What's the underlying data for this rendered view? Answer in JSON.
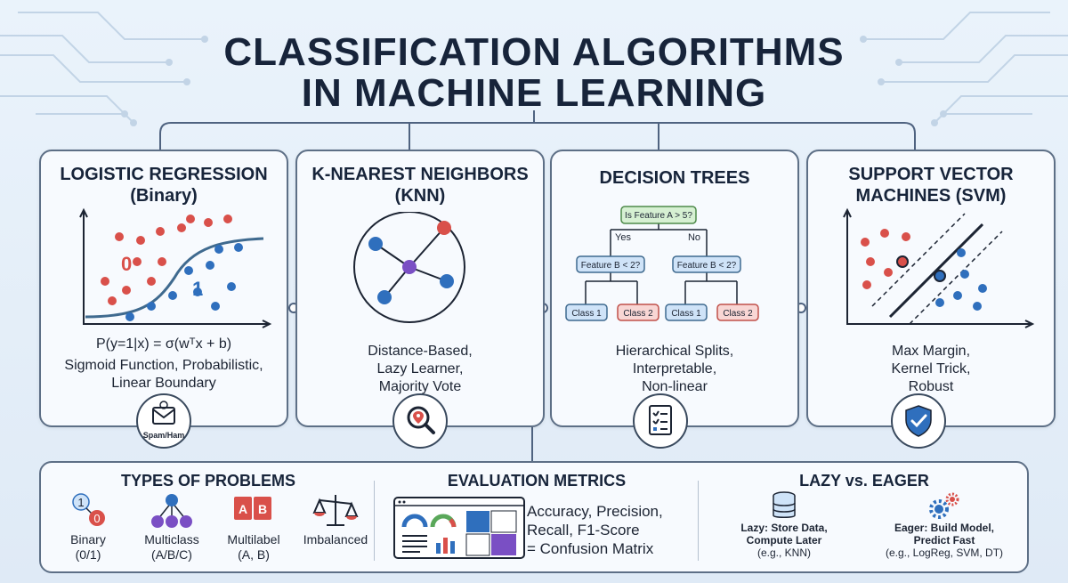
{
  "title": {
    "line1": "CLASSIFICATION ALGORITHMS",
    "line2": "IN MACHINE LEARNING"
  },
  "cards": [
    {
      "title_line1": "LOGISTIC REGRESSION",
      "title_line2": "(Binary)",
      "plot_label_0": "0",
      "plot_label_1": "1",
      "formula": "P(y=1|x) = σ(wᵀx + b)",
      "desc_line1": "Sigmoid Function, Probabilistic,",
      "desc_line2": "Linear Boundary",
      "icon": "email-icon",
      "icon_label": "Spam/Ham"
    },
    {
      "title_line1": "K-NEAREST NEIGHBORS",
      "title_line2": "(KNN)",
      "desc_line1": "Distance-Based,",
      "desc_line2": "Lazy Learner,",
      "desc_line3": "Majority Vote",
      "icon": "location-search-icon"
    },
    {
      "title_line1": "DECISION TREES",
      "tree": {
        "root": "Is Feature A > 5?",
        "yes": "Yes",
        "no": "No",
        "left": "Feature B < 2?",
        "right": "Feature B < 2?",
        "leaf1": "Class 1",
        "leaf2": "Class 2",
        "leaf3": "Class 1",
        "leaf4": "Class 2"
      },
      "desc_line1": "Hierarchical Splits,",
      "desc_line2": "Interpretable,",
      "desc_line3": "Non-linear",
      "icon": "checklist-icon"
    },
    {
      "title_line1": "SUPPORT VECTOR",
      "title_line2": "MACHINES (SVM)",
      "desc_line1": "Max Margin,",
      "desc_line2": "Kernel Trick,",
      "desc_line3": "Robust",
      "icon": "shield-check-icon"
    }
  ],
  "bottom": {
    "types": {
      "title": "TYPES OF PROBLEMS",
      "items": [
        {
          "line1": "Binary",
          "line2": "(0/1)",
          "badge_a": "1",
          "badge_b": "0"
        },
        {
          "line1": "Multiclass",
          "line2": "(A/B/C)"
        },
        {
          "line1": "Multilabel",
          "line2": "(A, B)",
          "badge_a": "A",
          "badge_b": "B"
        },
        {
          "line1": "Imbalanced",
          "line2": ""
        }
      ]
    },
    "metrics": {
      "title": "EVALUATION METRICS",
      "line1": "Accuracy, Precision,",
      "line2": "Recall, F1-Score",
      "line3": "= Confusion Matrix"
    },
    "lazy_eager": {
      "title": "LAZY vs. EAGER",
      "lazy_line1": "Lazy: Store Data,",
      "lazy_line2": "Compute Later",
      "lazy_line3": "(e.g., KNN)",
      "eager_line1": "Eager: Build Model,",
      "eager_line2": "Predict Fast",
      "eager_line3": "(e.g., LogReg, SVM, DT)"
    }
  },
  "colors": {
    "class_red": "#d9504a",
    "class_blue": "#2f6fbd",
    "accent_purple": "#7a4fc4",
    "node_blue_fill": "#cfe3f8",
    "leaf_red_fill": "#f8d6d4",
    "root_green_fill": "#d6f0d2",
    "border": "#5d6f86"
  }
}
